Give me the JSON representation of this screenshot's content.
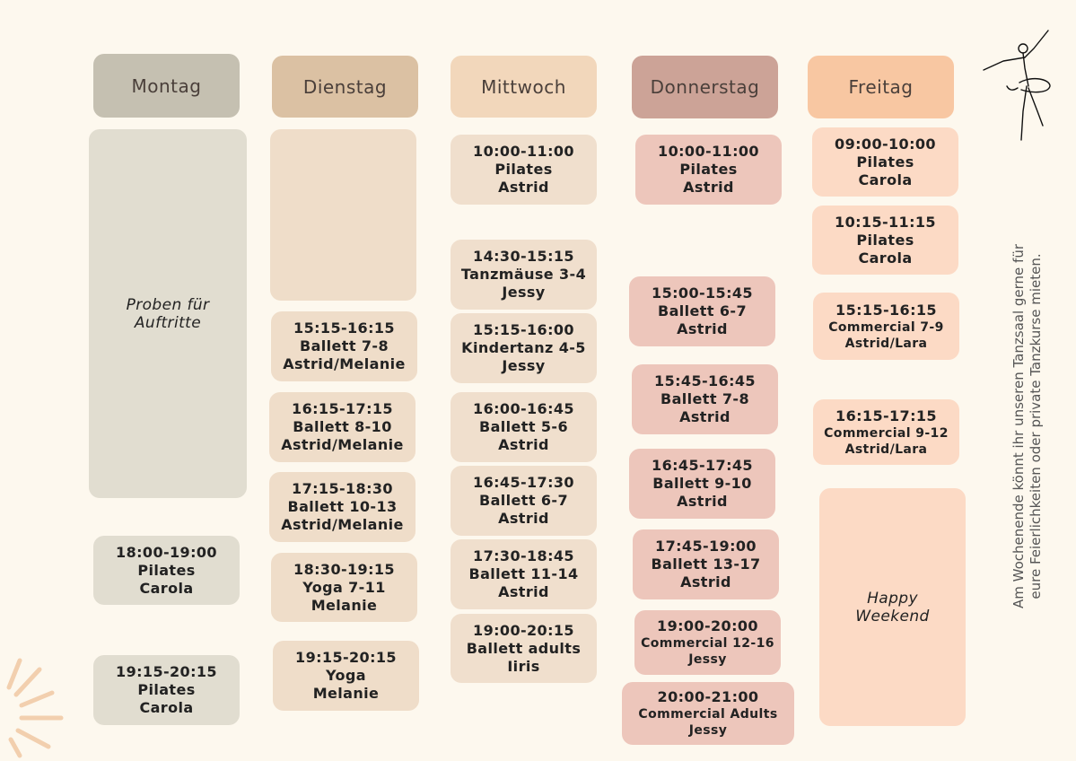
{
  "days": {
    "mon": {
      "label": "Montag",
      "slots": [
        {
          "text": "Proben für Auftritte"
        },
        {
          "time": "18:00-19:00",
          "course": "Pilates",
          "teacher": "Carola"
        },
        {
          "time": "19:15-20:15",
          "course": "Pilates",
          "teacher": "Carola"
        }
      ]
    },
    "die": {
      "label": "Dienstag",
      "slots": [
        {
          "time": "15:15-16:15",
          "course": "Ballett 7-8",
          "teacher": "Astrid/Melanie"
        },
        {
          "time": "16:15-17:15",
          "course": "Ballett 8-10",
          "teacher": "Astrid/Melanie"
        },
        {
          "time": "17:15-18:30",
          "course": "Ballett 10-13",
          "teacher": "Astrid/Melanie"
        },
        {
          "time": "18:30-19:15",
          "course": "Yoga 7-11",
          "teacher": "Melanie"
        },
        {
          "time": "19:15-20:15",
          "course": "Yoga",
          "teacher": "Melanie"
        }
      ]
    },
    "mit": {
      "label": "Mittwoch",
      "slots": [
        {
          "time": "10:00-11:00",
          "course": "Pilates",
          "teacher": "Astrid"
        },
        {
          "time": "14:30-15:15",
          "course": "Tanzmäuse 3-4",
          "teacher": "Jessy"
        },
        {
          "time": "15:15-16:00",
          "course": "Kindertanz 4-5",
          "teacher": "Jessy"
        },
        {
          "time": "16:00-16:45",
          "course": "Ballett 5-6",
          "teacher": "Astrid"
        },
        {
          "time": "16:45-17:30",
          "course": "Ballett 6-7",
          "teacher": "Astrid"
        },
        {
          "time": "17:30-18:45",
          "course": "Ballett 11-14",
          "teacher": "Astrid"
        },
        {
          "time": "19:00-20:15",
          "course": "Ballett adults",
          "teacher": "Iiris"
        }
      ]
    },
    "don": {
      "label": "Donnerstag",
      "slots": [
        {
          "time": "10:00-11:00",
          "course": "Pilates",
          "teacher": "Astrid"
        },
        {
          "time": "15:00-15:45",
          "course": "Ballett 6-7",
          "teacher": "Astrid"
        },
        {
          "time": "15:45-16:45",
          "course": "Ballett 7-8",
          "teacher": "Astrid"
        },
        {
          "time": "16:45-17:45",
          "course": "Ballett 9-10",
          "teacher": "Astrid"
        },
        {
          "time": "17:45-19:00",
          "course": "Ballett 13-17",
          "teacher": "Astrid"
        },
        {
          "time": "19:00-20:00",
          "course": "Commercial 12-16",
          "teacher": "Jessy"
        },
        {
          "time": "20:00-21:00",
          "course": "Commercial Adults",
          "teacher": "Jessy"
        }
      ]
    },
    "fre": {
      "label": "Freitag",
      "slots": [
        {
          "time": "09:00-10:00",
          "course": "Pilates",
          "teacher": "Carola"
        },
        {
          "time": "10:15-11:15",
          "course": "Pilates",
          "teacher": "Carola"
        },
        {
          "time": "15:15-16:15",
          "course": "Commercial 7-9",
          "teacher": "Astrid/Lara"
        },
        {
          "time": "16:15-17:15",
          "course": "Commercial 9-12",
          "teacher": "Astrid/Lara"
        },
        {
          "text": "Happy Weekend"
        }
      ]
    }
  },
  "side_note": "Am Wochenende könnt ihr unseren Tanzsaal gerne für eure Feierlichkeiten oder private Tanzkurse mieten.",
  "colors": {
    "background": "#fdf8ee",
    "montag": "#c5c0b1",
    "dienstag": "#dbc1a3",
    "mittwoch": "#f2d7bb",
    "donnerstag": "#cca397",
    "freitag": "#f8c7a2"
  },
  "icons": [
    "ballerina-icon",
    "sunburst-decoration"
  ]
}
